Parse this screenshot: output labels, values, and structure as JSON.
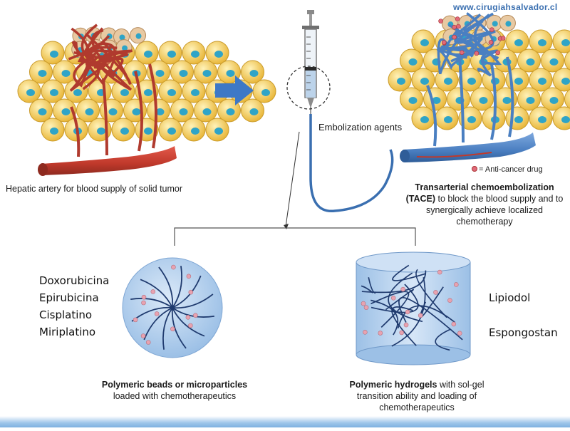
{
  "watermark": "www.cirugiahsalvador.cl",
  "labels": {
    "hepatic_artery": "Hepatic artery for blood supply of solid tumor",
    "embolization_agents": "Embolization agents",
    "anti_cancer_legend": "= Anti-cancer drug",
    "tace_bold": "Transarterial chemoembolization (TACE)",
    "tace_rest": " to block the blood supply and to synergically achieve localized chemotherapy",
    "beads_bold": "Polymeric beads or microparticles",
    "beads_rest": "loaded with chemotherapeutics",
    "hydrogels_bold": "Polymeric hydrogels",
    "hydrogels_rest": " with sol-gel transition ability and loading of chemotherapeutics"
  },
  "drugs_left": [
    "Doxorubicina",
    "Epirubicina",
    "Cisplatino",
    "Miriplatino"
  ],
  "drugs_right": [
    "Lipiodol",
    "Espongostan"
  ],
  "colors": {
    "tumor_cell": "#f2c94c",
    "nucleus": "#2fa4c7",
    "vessel_red": "#c0392b",
    "vessel_blue": "#4a7fc1",
    "arrow_blue": "#3d78c6",
    "sphere_blue": "#b9d3ef",
    "drug_dot": "#e8a2b0"
  }
}
